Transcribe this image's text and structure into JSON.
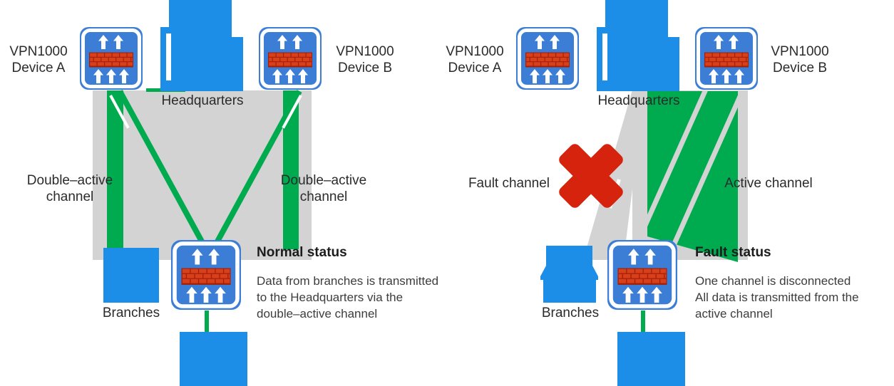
{
  "colors": {
    "building_blue": "#1d8ee8",
    "device_blue": "#3c7ed6",
    "channel_green": "#00ab4f",
    "band_gray": "#d3d3d3",
    "fault_red": "#d6230d",
    "brick_red": "#d8401c",
    "mortar_red": "#a32008",
    "text_dark": "#2b2b2b",
    "text_body": "#3d3d3d"
  },
  "icons": {
    "vpn_device": "firewall-device-icon",
    "headquarters_building": "office-building-icon",
    "branch_building": "building-square-icon",
    "branch_house": "house-icon",
    "fault_mark": "fault-x-icon"
  },
  "left_diagram": {
    "device_a_label": "VPN1000\nDevice A",
    "device_b_label": "VPN1000\nDevice B",
    "headquarters_label": "Headquarters",
    "branches_label": "Branches",
    "channel_left_label": "Double–active\nchannel",
    "channel_right_label": "Double–active\nchannel",
    "status_title": "Normal status",
    "status_description": "Data from branches is transmitted\nto the Headquarters via the\ndouble–active channel"
  },
  "right_diagram": {
    "device_a_label": "VPN1000\nDevice A",
    "device_b_label": "VPN1000\nDevice B",
    "headquarters_label": "Headquarters",
    "branches_label": "Branches",
    "fault_channel_label": "Fault channel",
    "active_channel_label": "Active channel",
    "status_title": "Fault status",
    "status_description": "One channel is disconnected\nAll data is transmitted from the\nactive channel"
  }
}
